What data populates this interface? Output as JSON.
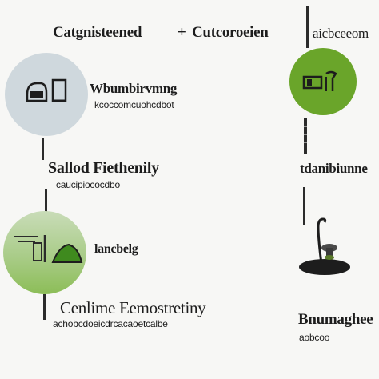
{
  "header": {
    "left_title": "Catgnisteened",
    "separator": "+",
    "center_title": "Cutcoroeien",
    "right_title": "aicbceeom"
  },
  "left_column": {
    "node1": {
      "title": "Wbumbirvmng",
      "subtitle": "kcoccomcuohcdbot"
    },
    "node2": {
      "title": "Sallod Fiethenily",
      "subtitle": "caucipiococdbo"
    },
    "node3": {
      "title": "lancbelg"
    },
    "node4": {
      "title": "Cenlime Eemostretiny",
      "subtitle": "achobcdoeicdrcacaoetcalbe"
    }
  },
  "right_column": {
    "node2": {
      "title": "tdanibiunne"
    },
    "node4": {
      "title": "Bnumaghee",
      "subtitle": "aobcoo"
    }
  },
  "colors": {
    "grey_circle": "#cfd8dd",
    "green_circle": "#6aa52a",
    "gradient_circle_top": "#c9dcb8",
    "gradient_circle_bottom": "#8cbd57",
    "connector": "#2b2b2b"
  },
  "icons": {
    "grey_node": "printer-icon",
    "green_node": "tools-icon",
    "gradient_node": "landscape-icon",
    "right_bottom": "lamp-icon"
  }
}
